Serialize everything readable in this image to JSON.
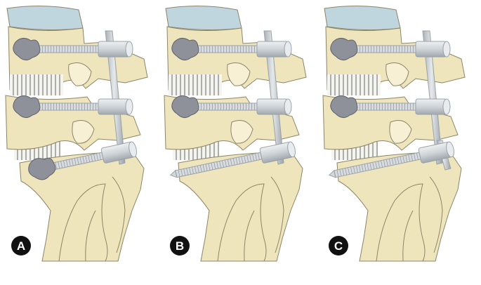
{
  "figure": {
    "panels": [
      {
        "label": "A",
        "lower_screw": "pedicle-screw-with-cement-augmentation"
      },
      {
        "label": "B",
        "lower_screw": "long-trajectory-screw-without-cement"
      },
      {
        "label": "C",
        "lower_screw": "long-trajectory-screw-with-extended-rod"
      }
    ],
    "colors": {
      "background": "#ffffff",
      "bone": "#efe5bd",
      "bone_shadow": "#d9cc97",
      "outline": "#8c8468",
      "disc": "#bfd6df",
      "implant": "#d3d8dc",
      "implant_dark": "#9aa2a8",
      "cement": "#8e9199",
      "label_circle": "#111111",
      "label_text": "#ffffff"
    },
    "icons": [
      "pedicle-screw-icon",
      "rod-icon",
      "bone-cement-icon",
      "vertebra-icon"
    ]
  }
}
